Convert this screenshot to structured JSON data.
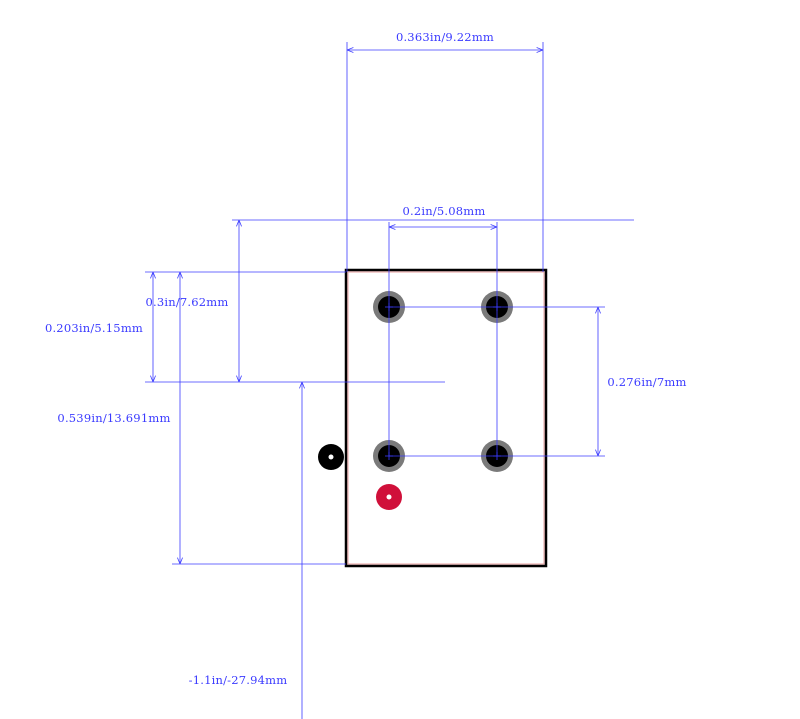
{
  "colors": {
    "dimension": "#3b3bff",
    "outline": "#000000",
    "outline_inner": "#e8a0a0",
    "pad_ring": "#7a7a7a",
    "pad_hole": "#000000",
    "marker_red": "#d0103a",
    "marker_black": "#000000",
    "background": "#ffffff"
  },
  "dimensions": {
    "body_width": "0.363in/9.22mm",
    "pin_pitch_x": "0.2in/5.08mm",
    "body_to_pin_y": "0.3in/7.62mm",
    "offset_y": "0.203in/5.15mm",
    "body_length": "0.539in/13.691mm",
    "pin_pitch_y": "0.276in/7mm",
    "origin_offset": "-1.1in/-27.94mm"
  },
  "icons": {
    "pin1_marker": "red-dot-icon",
    "origin_marker": "black-dot-icon"
  }
}
